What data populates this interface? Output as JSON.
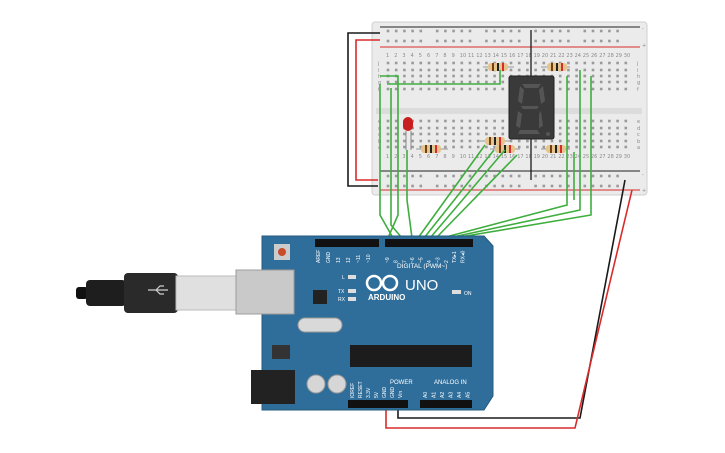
{
  "board": {
    "logo_text": "ARDUINO",
    "model": "UNO",
    "digital_label": "DIGITAL (PWM~)",
    "power_label": "POWER",
    "analog_label": "ANALOG IN",
    "on_label": "ON",
    "led_l": "L",
    "led_tx": "TX",
    "led_rx": "RX",
    "top_pins": [
      "AREF",
      "GND",
      "13",
      "12",
      "~11",
      "~10",
      "~9",
      "8",
      "7",
      "~6",
      "~5",
      "4",
      "~3",
      "2",
      "TX▸1",
      "RX◂0"
    ],
    "power_pins": [
      "IOREF",
      "RESET",
      "3.3V",
      "5V",
      "GND",
      "GND",
      "Vin"
    ],
    "analog_pins": [
      "A0",
      "A1",
      "A2",
      "A3",
      "A4",
      "A5"
    ]
  },
  "breadboard": {
    "top_cols": [
      "1",
      "2",
      "3",
      "4",
      "5",
      "6",
      "7",
      "8",
      "9",
      "10",
      "11",
      "12",
      "13",
      "14",
      "15",
      "16",
      "17",
      "18",
      "19",
      "20",
      "21",
      "22",
      "23",
      "24",
      "25",
      "26",
      "27",
      "28",
      "29",
      "30"
    ],
    "rows_top": [
      "j",
      "i",
      "h",
      "g",
      "f"
    ],
    "rows_bottom": [
      "e",
      "d",
      "c",
      "b",
      "a"
    ],
    "plus": "+",
    "minus": "-"
  },
  "display": {
    "digit": "8"
  },
  "colors": {
    "board": "#2f6e9a",
    "wire_green": "#3fae3f",
    "wire_red": "#d92b2b",
    "wire_black": "#1a1a1a",
    "breadboard": "#ececec",
    "led": "#c81e1e"
  }
}
